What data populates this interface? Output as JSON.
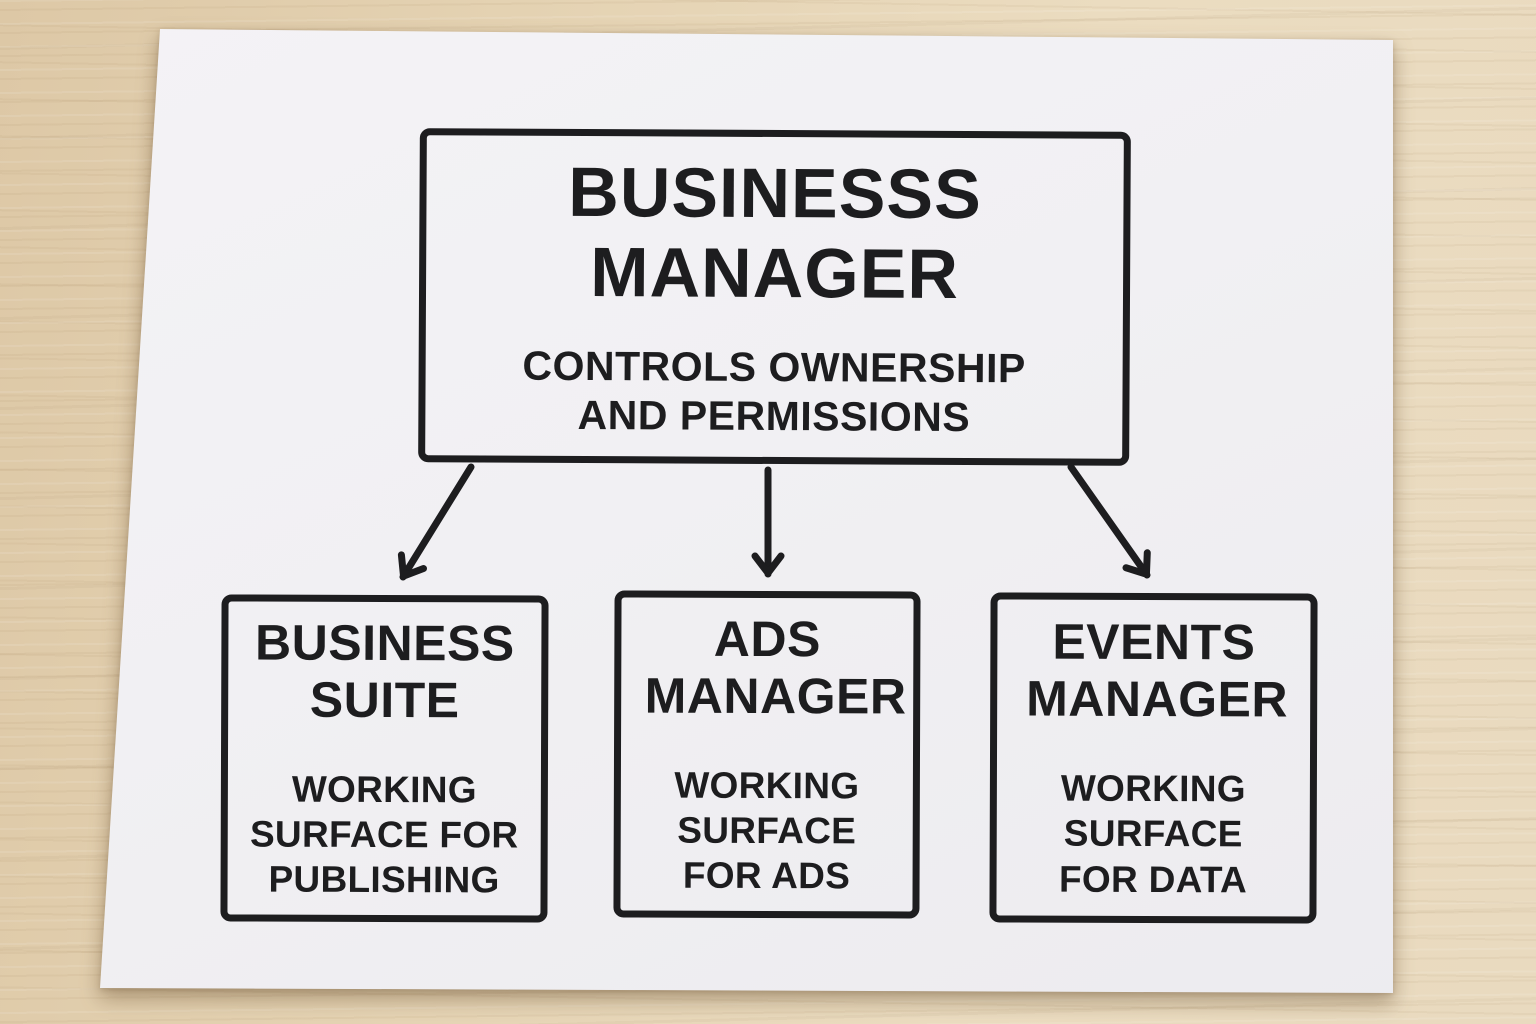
{
  "diagram": {
    "root": {
      "title": "BUSINESSS MANAGER",
      "subtitle": "CONTROLS OWNERSHIP AND PERMISSIONS"
    },
    "children": [
      {
        "id": "business-suite",
        "title": "BUSINESS SUITE",
        "subtitle": "WORKING SURFACE FOR PUBLISHING"
      },
      {
        "id": "ads-manager",
        "title": "ADS MANAGER",
        "subtitle": "WORKING SURFACE FOR ADS"
      },
      {
        "id": "events-manager",
        "title": "EVENTS MANAGER",
        "subtitle": "WORKING SURFACE FOR DATA"
      }
    ],
    "colors": {
      "ink": "#1d1d1f",
      "paper": "#f1f0f3",
      "wood_light": "#ebdcc0",
      "wood_dark": "#ddc8a6"
    }
  }
}
